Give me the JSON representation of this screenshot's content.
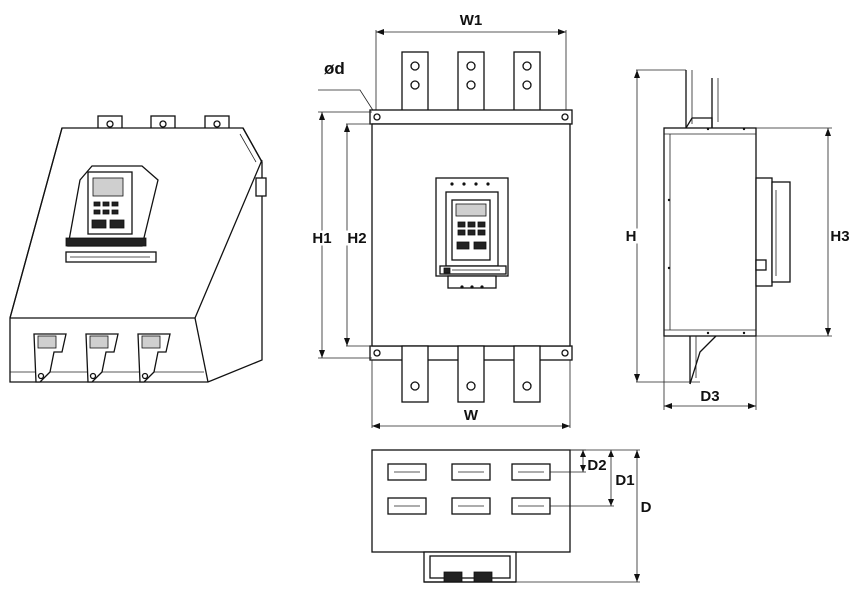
{
  "labels": {
    "w1": "W1",
    "phi_d": "ød",
    "h1": "H1",
    "h2": "H2",
    "w": "W",
    "h": "H",
    "h3": "H3",
    "d3": "D3",
    "d2": "D2",
    "d1": "D1",
    "d": "D"
  }
}
